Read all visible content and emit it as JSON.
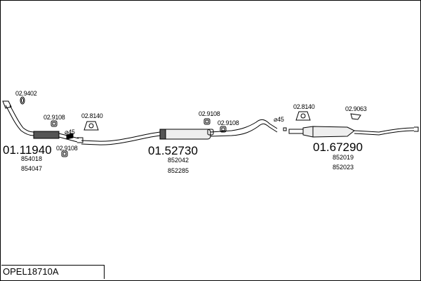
{
  "assemblies": [
    {
      "part_no": "01.11940",
      "refs": [
        "854018",
        "854047"
      ]
    },
    {
      "part_no": "01.52730",
      "refs": [
        "852042",
        "852285"
      ]
    },
    {
      "part_no": "01.67290",
      "refs": [
        "852019",
        "852023"
      ]
    }
  ],
  "fittings": {
    "gasket_front": "02.9402",
    "hanger_a": "02.9108",
    "hanger_b": "02.9108",
    "bracket_a": "02.8140",
    "deg_a": "⌀45",
    "hanger_c": "02.9108",
    "hanger_d": "02.9108",
    "deg_b": "⌀45",
    "bracket_b": "02.8140",
    "hanger_e": "02.9063"
  },
  "footer": {
    "code": "OPEL18710A"
  }
}
